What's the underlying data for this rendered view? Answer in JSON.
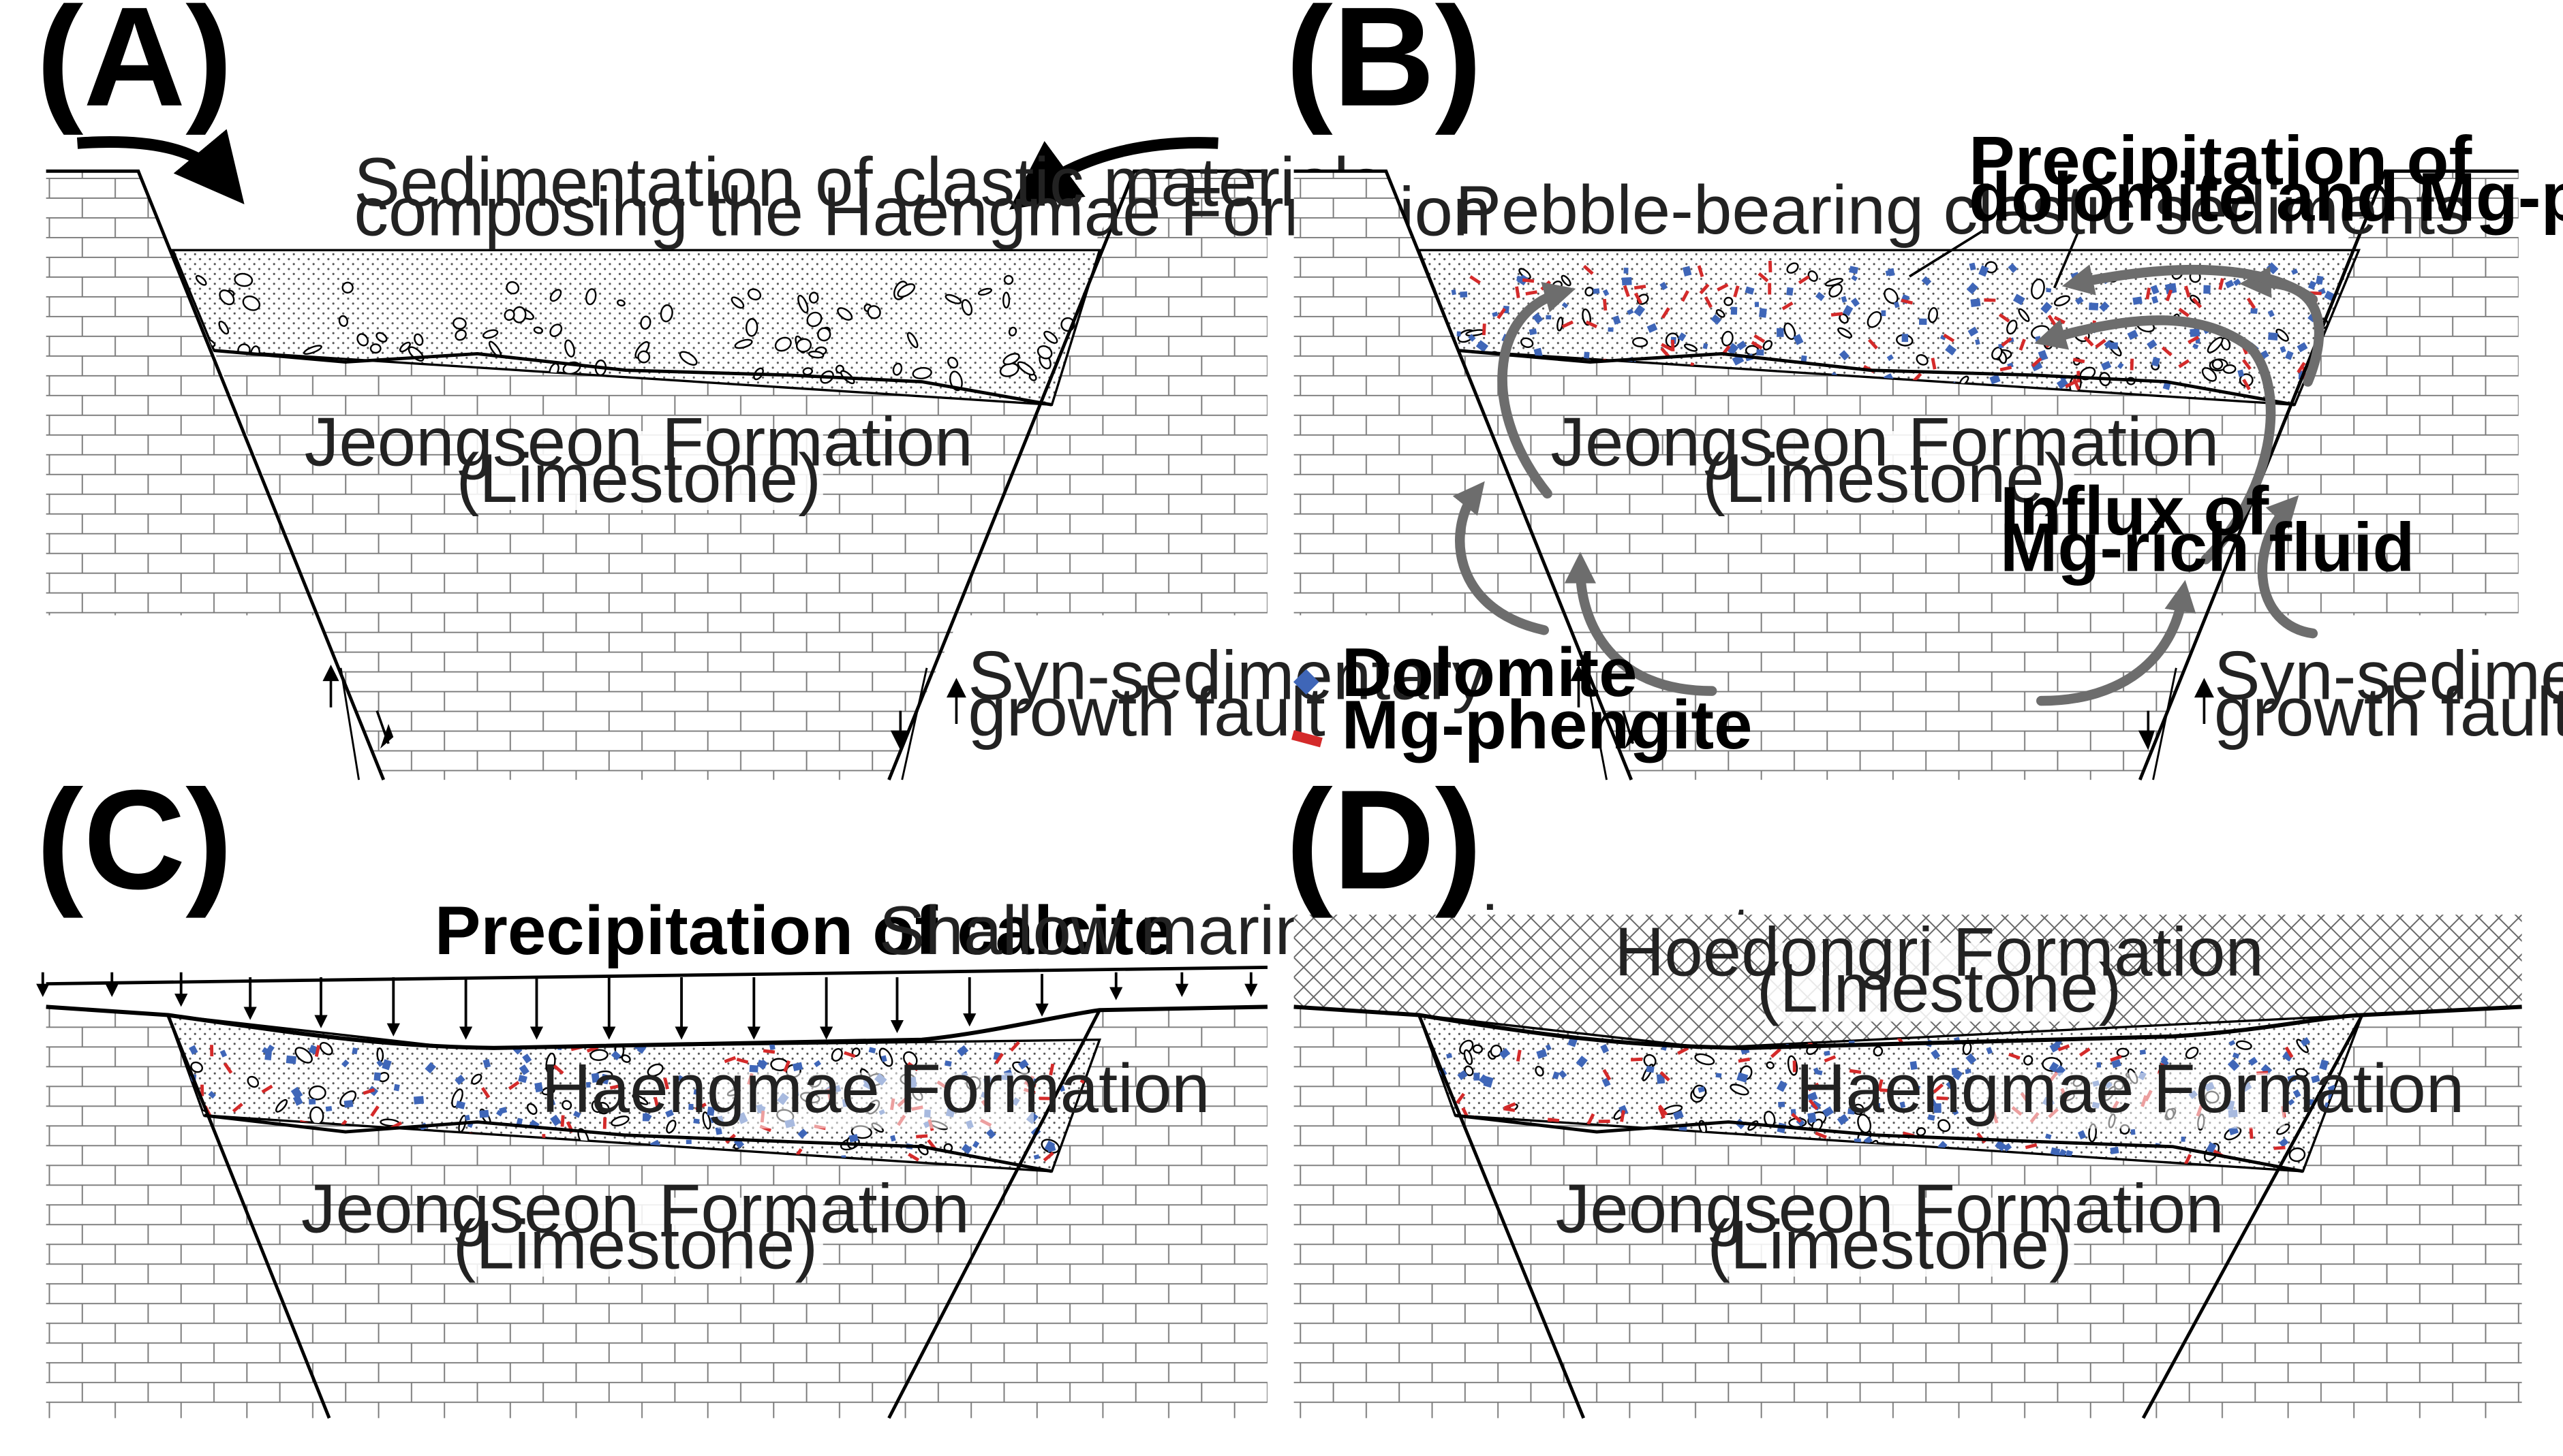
{
  "panels": {
    "a": {
      "label": "(A)",
      "sedimentation_line1": "Sedimentation of clastic materials,",
      "sedimentation_line2": "composing the Haengmae Formation",
      "jeongseon_line1": "Jeongseon Formation",
      "jeongseon_line2": "(Limestone)",
      "fault_line1": "Syn-sedimentary",
      "fault_line2": "growth fault"
    },
    "b": {
      "label": "(B)",
      "pebble": "Pebble-bearing clastic sediments",
      "precip_line1": "Precipitation of",
      "precip_line2": "dolomite and Mg-phengite",
      "jeongseon_line1": "Jeongseon Formation",
      "jeongseon_line2": "(Limestone)",
      "influx_line1": "Influx of",
      "influx_line2": "Mg-rich fluid",
      "legend_dolomite": "Dolomite",
      "legend_phengite": "Mg-phengite",
      "fault_line1": "Syn-sedimentary",
      "fault_line2": "growth fault"
    },
    "c": {
      "label": "(C)",
      "precip_calcite": "Precipitation of calcite",
      "shallow": "Shallow marine environment",
      "haengmae": "Haengmae Formation",
      "jeongseon_line1": "Jeongseon Formation",
      "jeongseon_line2": "(Limestone)"
    },
    "d": {
      "label": "(D)",
      "hoedongri_line1": "Hoedongri Formation",
      "hoedongri_line2": "(Limestone)",
      "haengmae": "Haengmae Formation",
      "jeongseon_line1": "Jeongseon Formation",
      "jeongseon_line2": "(Limestone)"
    }
  },
  "colors": {
    "dolomite": "#3f66b8",
    "phengite": "#d42a2a",
    "fluid_arrow": "#6d6d6d",
    "outline": "#000000"
  }
}
